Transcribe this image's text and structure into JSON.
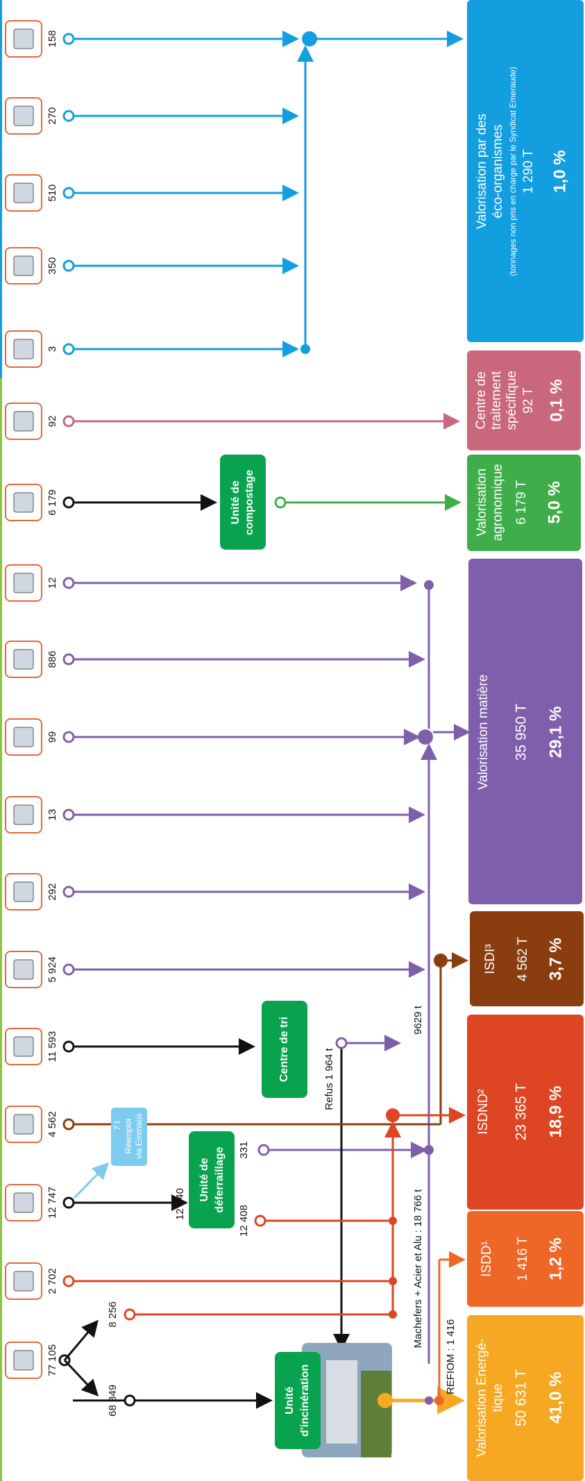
{
  "colors": {
    "eco": "#139ee0",
    "specific": "#c9677d",
    "agro": "#3fae4a",
    "matiere": "#7f5fab",
    "isdi": "#8a3e0f",
    "isdnd": "#de4522",
    "isdd": "#ef6727",
    "energy": "#f7a823",
    "unit": "#09a24e",
    "black": "#111111",
    "emmaus": "#7dccf0"
  },
  "flows": [
    {
      "value": "158",
      "icon": "hazardous-products-icon"
    },
    {
      "value": "270",
      "icon": "furniture-icon"
    },
    {
      "value": "510",
      "icon": "textile-icon"
    },
    {
      "value": "350",
      "icon": "appliance-icon"
    },
    {
      "value": "3",
      "icon": "batteries-icon"
    },
    {
      "value": "92",
      "icon": "medical-waste-icon"
    },
    {
      "value": "6 179",
      "icon": "green-waste-icon"
    },
    {
      "value": "12",
      "icon": "tyre-icon"
    },
    {
      "value": "886",
      "icon": "cardboard-icon"
    },
    {
      "value": "99",
      "icon": "paper-icon"
    },
    {
      "value": "13",
      "icon": "packaging-icon"
    },
    {
      "value": "292",
      "icon": "metal-icon"
    },
    {
      "value": "5 924",
      "icon": "glass-bin-icon"
    },
    {
      "value": "11 593",
      "icon": "recycling-bin-icon"
    },
    {
      "value": "4 562",
      "icon": "rubble-icon"
    },
    {
      "value": "12 747",
      "icon": "bulky-waste-icon"
    },
    {
      "value": "2 702",
      "icon": "non-recyclable-icon"
    },
    {
      "value": "77 105",
      "icon": "household-waste-icon"
    }
  ],
  "split": {
    "a": "8 256",
    "b": "68 849"
  },
  "units": {
    "compost": [
      "Unité de",
      "compostage"
    ],
    "tri": "Centre de tri",
    "deferraillage": [
      "Unité de",
      "déferraillage"
    ],
    "incineration": [
      "Unité",
      "d'incinération"
    ]
  },
  "labels": {
    "refus": "Refus 1 964 t",
    "tri_out": "9629 t",
    "defer_in": "12 740",
    "defer_out1": "331",
    "defer_out2": "12 408",
    "emmaus": [
      "7 t",
      "Réemploi",
      "via Emmaüs"
    ],
    "machefers": "Machefers + Acier et Alu : 18 766 t",
    "refiom": "REFIOM : 1 416"
  },
  "destinations": {
    "eco": {
      "title": [
        "Valorisation par des",
        "éco-organismes"
      ],
      "note": "(tonnages non pris en charge par le Syndicat Emeraude)",
      "tonnage": "1 290 T",
      "percent": "1,0 %"
    },
    "specific": {
      "title": [
        "Centre de",
        "traitement",
        "spécifique"
      ],
      "tonnage": "92 T",
      "percent": "0,1 %"
    },
    "agro": {
      "title": [
        "Valorisation",
        "agronomique"
      ],
      "tonnage": "6 179 T",
      "percent": "5,0 %"
    },
    "matiere": {
      "title": "Valorisation matière",
      "tonnage": "35 950 T",
      "percent": "29,1 %"
    },
    "isdi": {
      "title": "ISDI³",
      "tonnage": "4 562 T",
      "percent": "3,7 %"
    },
    "isdnd": {
      "title": "ISDND²",
      "tonnage": "23 365 T",
      "percent": "18,9 %"
    },
    "isdd": {
      "title": "ISDD¹",
      "tonnage": "1 416 T",
      "percent": "1,2 %"
    },
    "energy": {
      "title": [
        "Valorisation Energé-",
        "tique"
      ],
      "tonnage": "50 631 T",
      "percent": "41,0 %"
    }
  }
}
